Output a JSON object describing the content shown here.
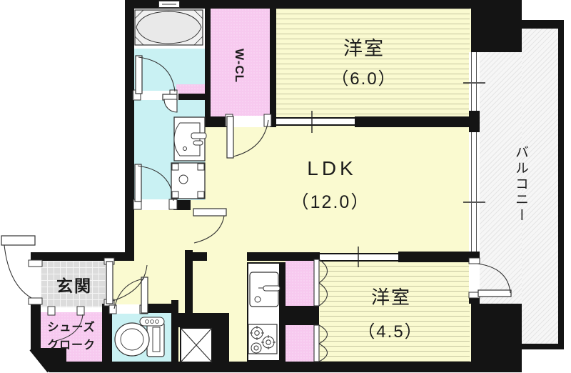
{
  "plan": {
    "type": "apartment-floor-plan",
    "rooms": {
      "bedroom6": {
        "name": "洋室",
        "area": "（6.0）"
      },
      "ldk": {
        "name": "LDK",
        "area": "（12.0）"
      },
      "bedroom45": {
        "name": "洋室",
        "area": "（4.5）"
      },
      "balcony": {
        "name": "バルコニー"
      },
      "wcl": {
        "name": "W-CL"
      },
      "genkan": {
        "name": "玄関"
      },
      "shoe_closet": {
        "name_line1": "シューズ",
        "name_line2": "クローク"
      }
    },
    "fixtures": [
      "bathtub",
      "vanity-basin",
      "washer-pan",
      "toilet",
      "kitchen-sink",
      "gas-stove",
      "pipe-space"
    ],
    "colors": {
      "floor_yellow": "#fafad0",
      "wet_area_cyan": "#c9f1f3",
      "closet_pink": "#f7c9ef",
      "entry_tile_gray": "#dcdcdc",
      "balcony_gray": "#f6f6f6",
      "wall_black": "#141414"
    }
  }
}
